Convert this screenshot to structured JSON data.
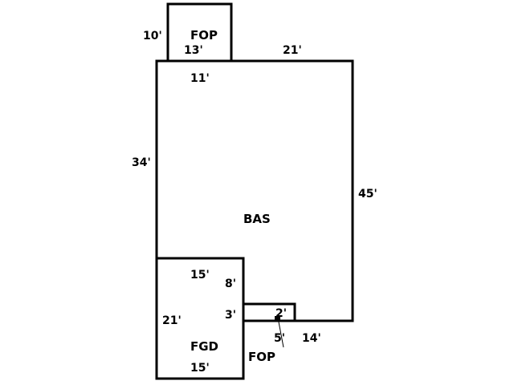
{
  "areas": {
    "top_porch": {
      "label": "FOP",
      "dims": [
        "10'",
        "13'"
      ]
    },
    "main": {
      "label": "BAS",
      "dims": [
        "21'",
        "11'",
        "34'",
        "45'",
        "14'"
      ]
    },
    "garage": {
      "label": "FGD",
      "dims": [
        "15'",
        "8'",
        "3'",
        "21'",
        "15'"
      ]
    },
    "small_porch": {
      "label": "FOP",
      "dims": [
        "2'",
        "5'"
      ]
    }
  }
}
